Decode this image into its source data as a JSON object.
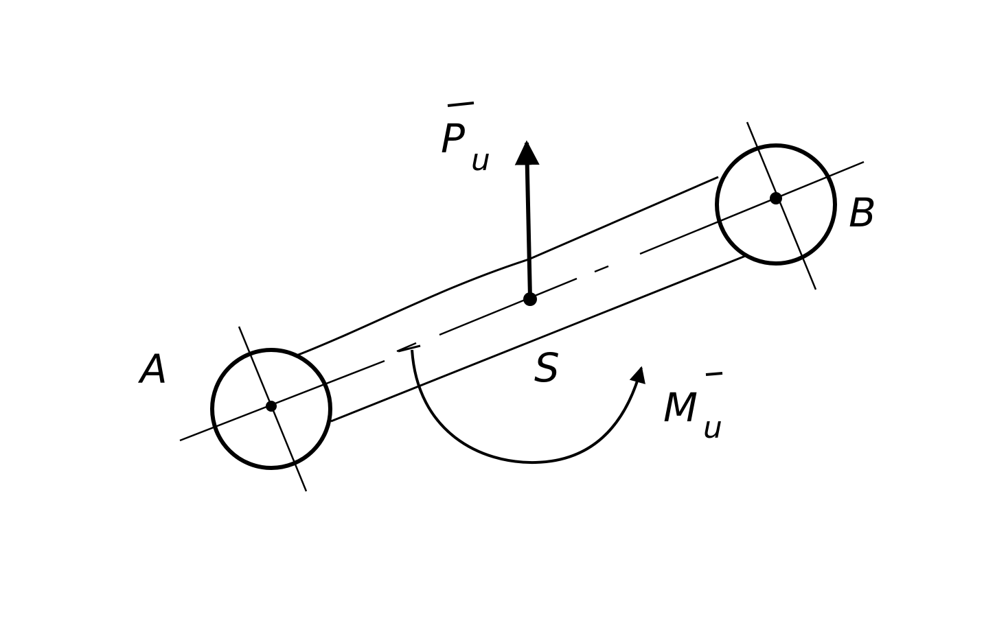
{
  "labels": {
    "point_a": "A",
    "point_b": "B",
    "point_s": "S",
    "force": {
      "main": "P",
      "sub": "u"
    },
    "moment": {
      "main": "M",
      "sub": "u"
    }
  },
  "colors": {
    "ink": "#000000",
    "paper": "#ffffff"
  }
}
